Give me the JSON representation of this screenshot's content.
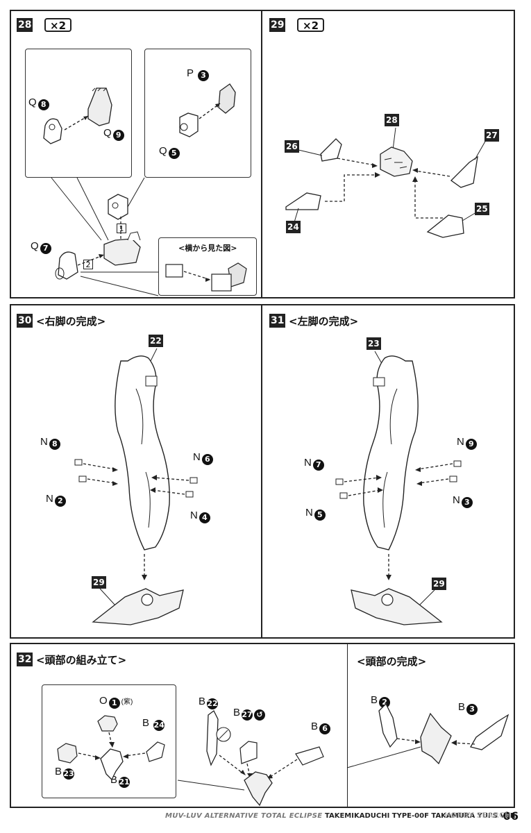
{
  "steps": {
    "s28": {
      "num": "28",
      "qty": "×2",
      "labels": {
        "q8": "Q",
        "q8n": "8",
        "q9": "Q",
        "q9n": "9",
        "p3": "P",
        "p3n": "3",
        "q5": "Q",
        "q5n": "5",
        "q7": "Q",
        "q7n": "7"
      },
      "order1": "1",
      "order2": "2",
      "side_view": "<横から見た図>"
    },
    "s29": {
      "num": "29",
      "qty": "×2",
      "tags": {
        "t28": "28",
        "t26": "26",
        "t27": "27",
        "t24": "24",
        "t25": "25"
      }
    },
    "s30": {
      "num": "30",
      "title": "<右脚の完成>",
      "tags": {
        "t22": "22",
        "t29": "29"
      },
      "labels": {
        "n8": "N",
        "n8n": "8",
        "n2": "N",
        "n2n": "2",
        "n6": "N",
        "n6n": "6",
        "n4": "N",
        "n4n": "4"
      }
    },
    "s31": {
      "num": "31",
      "title": "<左脚の完成>",
      "tags": {
        "t23": "23",
        "t29": "29"
      },
      "labels": {
        "n9": "N",
        "n9n": "9",
        "n7": "N",
        "n7n": "7",
        "n3": "N",
        "n3n": "3",
        "n5": "N",
        "n5n": "5"
      }
    },
    "s32": {
      "num": "32",
      "title": "<頭部の組み立て>",
      "labels": {
        "o1": "O",
        "o1n": "1",
        "o1note": "(紫)",
        "b24": "B",
        "b24n": "24",
        "b23": "B",
        "b23n": "23",
        "b21": "B",
        "b21n": "21",
        "b22": "B",
        "b22n": "22",
        "b27": "B",
        "b27n": "27",
        "b6": "B",
        "b6n": "6"
      }
    },
    "head_done": {
      "title": "<頭部の完成>",
      "labels": {
        "b2": "B",
        "b2n": "2",
        "b3": "B",
        "b3n": "3"
      }
    }
  },
  "footer": {
    "series": "MUV-LUV ALTERNATIVE TOTAL ECLIPSE",
    "model": "TAKEMIKADUCHI TYPE-00F TAKAMURA YUI'S VER.",
    "page": "06",
    "watermark": "HOBBY SEARCH"
  }
}
